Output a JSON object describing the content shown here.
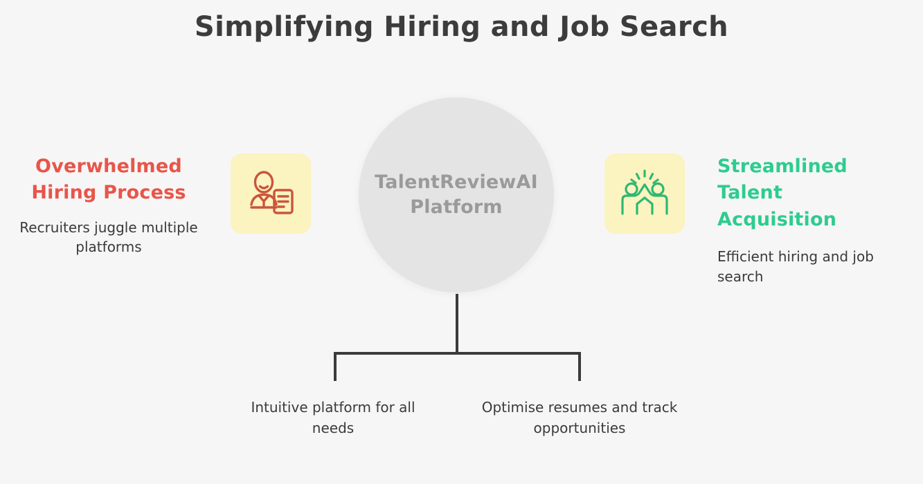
{
  "page": {
    "title": "Simplifying Hiring and Job Search",
    "background_color": "#f6f6f6"
  },
  "center": {
    "label": "TalentReviewAI Platform",
    "circle_color": "#e4e4e4",
    "text_color": "#9a9a9a"
  },
  "left": {
    "heading": "Overwhelmed Hiring Process",
    "caption": "Recruiters juggle multiple platforms",
    "heading_color": "#e8554a",
    "icon_name": "person-with-resume-icon",
    "icon_color": "#c9553c",
    "icon_background": "#fbf3c0"
  },
  "right": {
    "heading": "Streamlined Talent Acquisition",
    "caption": "Efficient hiring and job search",
    "heading_color": "#2ecc8f",
    "icon_name": "people-high-five-icon",
    "icon_color": "#2eb872",
    "icon_background": "#fbf3c0"
  },
  "bottom": {
    "items": [
      {
        "caption": "Intuitive platform for all needs"
      },
      {
        "caption": "Optimise resumes and track opportunities"
      }
    ],
    "connector_color": "#3b3b3b"
  }
}
